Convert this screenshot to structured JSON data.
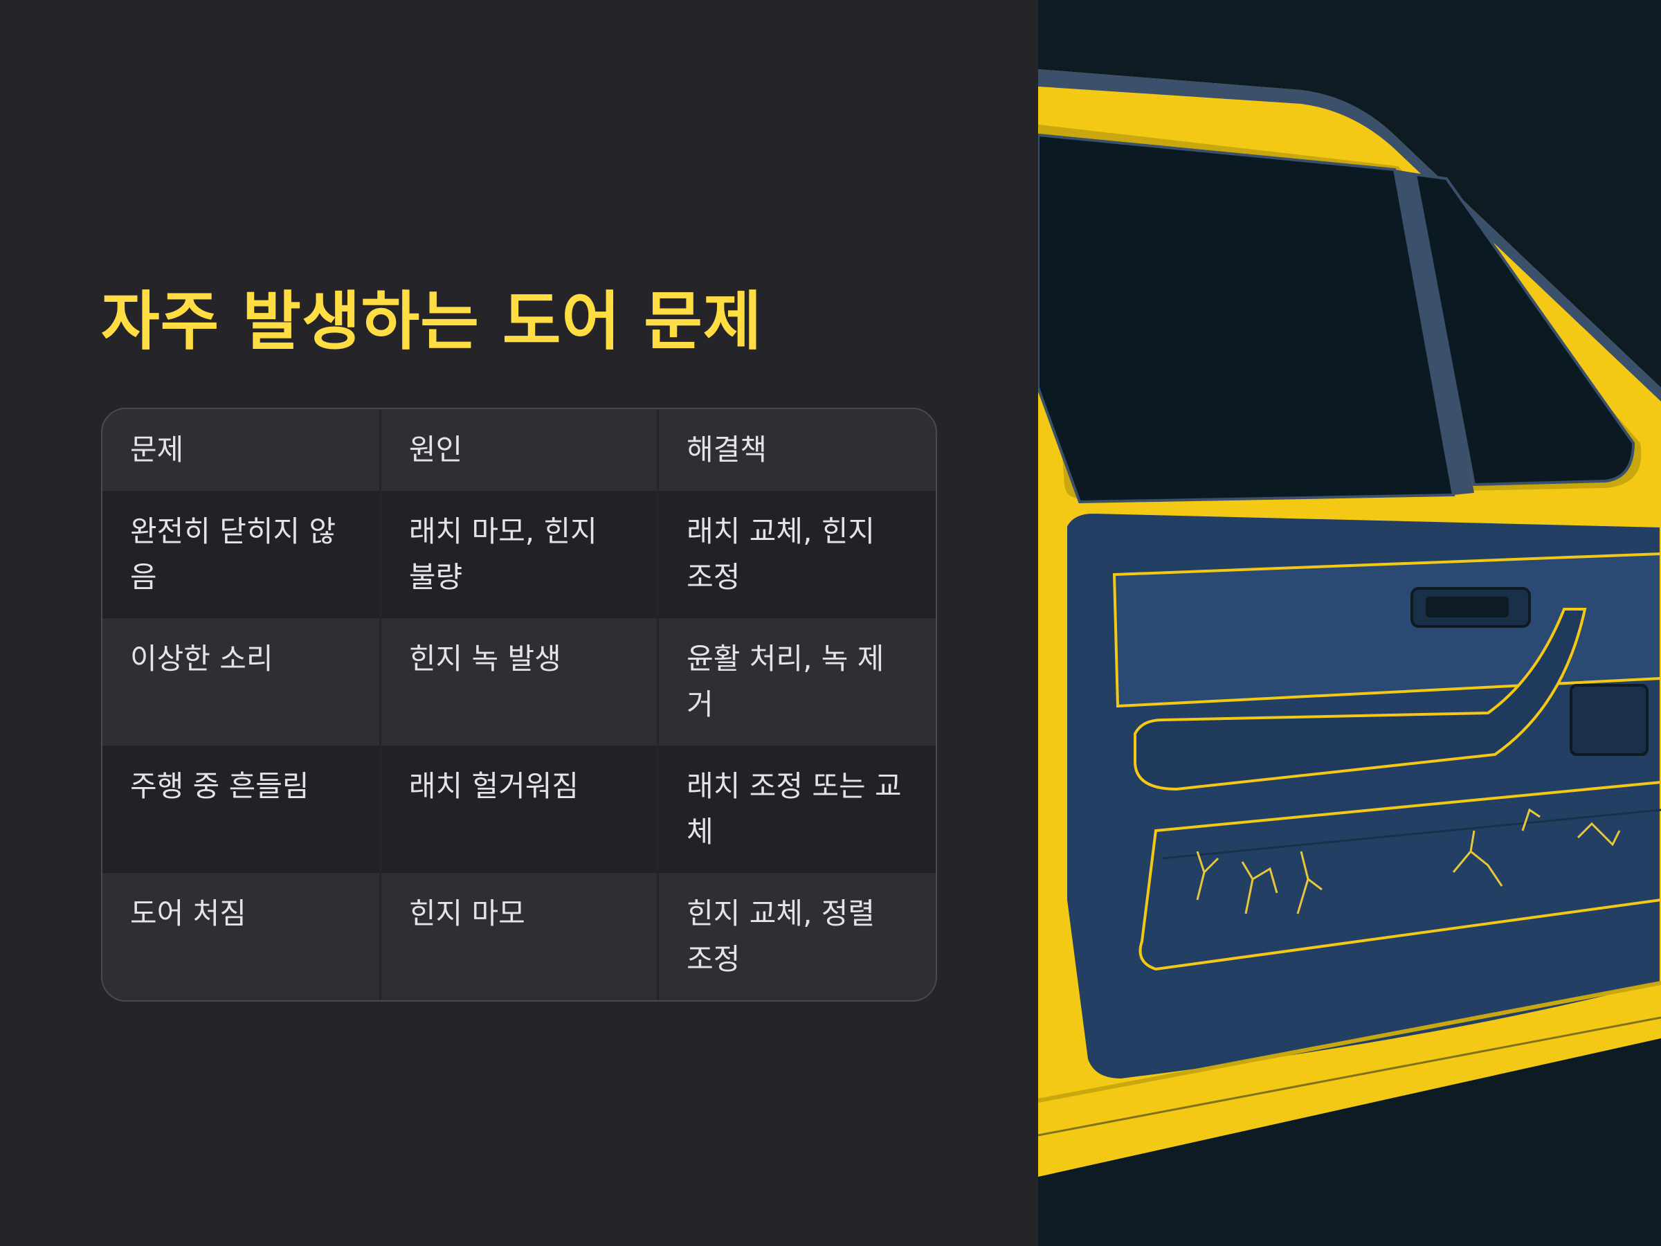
{
  "slide": {
    "title": "자주 발생하는 도어 문제"
  },
  "table": {
    "headers": [
      "문제",
      "원인",
      "해결책"
    ],
    "rows": [
      [
        "완전히 닫히지 않음",
        "래치 마모, 힌지 불량",
        "래치 교체, 힌지 조정"
      ],
      [
        "이상한 소리",
        "힌지 녹 발생",
        "윤활 처리, 녹 제거"
      ],
      [
        "주행 중 흔들림",
        "래치 헐거워짐",
        "래치 조정 또는 교체"
      ],
      [
        "도어 처짐",
        "힌지 마모",
        "힌지 교체, 정렬 조정"
      ]
    ]
  },
  "colors": {
    "background": "#252529",
    "accent": "#FFDD43",
    "door_body": "#F4C915",
    "door_panel": "#233F63",
    "illustration_bg": "#0e1b22"
  },
  "illustration": {
    "icon": "car-door-illustration"
  }
}
